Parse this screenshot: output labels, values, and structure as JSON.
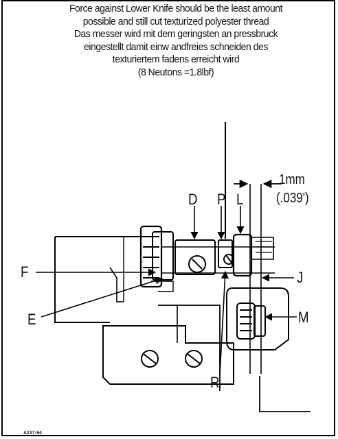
{
  "caption": {
    "lines": [
      "Force against Lower Knife  should be the least amount",
      "possible and still cut texturized polyester thread",
      "Das messer wird mit dem geringsten an pressbruck",
      "eingestellt damit einw andfreies schneiden des",
      "texturiertem fadens erreicht wird",
      "(8 Neutons =1.8lbf)"
    ]
  },
  "dimension": {
    "value": "1mm",
    "imperial": "(.039')"
  },
  "labels": {
    "D": "D",
    "P": "P",
    "L": "L",
    "F": "F",
    "E": "E",
    "J": "J",
    "M": "M",
    "R": "R"
  },
  "reference": "A237-94"
}
